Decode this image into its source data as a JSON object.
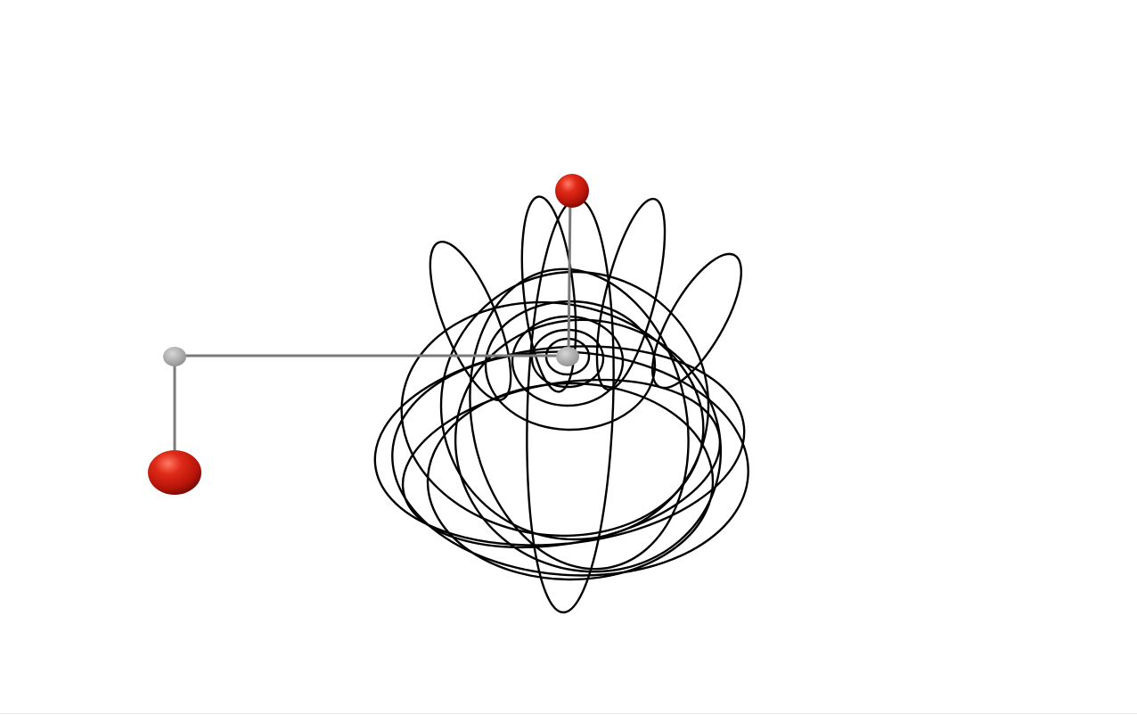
{
  "scene": {
    "description_free": true,
    "bob_color": "#cc1a10",
    "bob_highlight": "#ff6a55",
    "pivot_color": "#a9a9a9",
    "rod_color": "#7a7a7a",
    "trace_color": "#000000",
    "background": "#ffffff"
  },
  "pendulums": [
    {
      "id": "swinging",
      "bob_shape": "sphere"
    },
    {
      "id": "hanging",
      "bob_shape": "flattened-sphere"
    }
  ]
}
